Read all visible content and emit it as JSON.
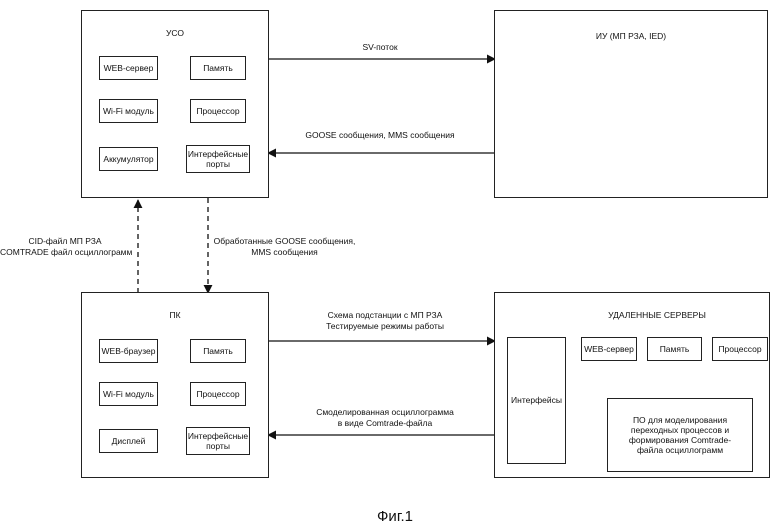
{
  "uso": {
    "title": "УСО",
    "web_server": "WEB-сервер",
    "memory": "Память",
    "wifi": "Wi-Fi модуль",
    "processor": "Процессор",
    "battery": "Аккумулятор",
    "ports": "Интерфейсные порты"
  },
  "iu": {
    "title": "ИУ (МП РЗА, IED)"
  },
  "pk": {
    "title": "ПК",
    "browser": "WEB-браузер",
    "memory": "Память",
    "wifi": "Wi-Fi модуль",
    "processor": "Процессор",
    "display": "Дисплей",
    "ports": "Интерфейсные порты"
  },
  "remote": {
    "title": "УДАЛЕННЫЕ СЕРВЕРЫ",
    "interfaces": "Интерфейсы",
    "web_server": "WEB-сервер",
    "memory": "Память",
    "processor": "Процессор",
    "software": "ПО для моделирования переходных процессов и формирования Comtrade-файла осциллограмм"
  },
  "arrows": {
    "sv_stream": "SV-поток",
    "goose_mms": "GOOSE сообщения, MMS сообщения",
    "cid_line1": "CID-файл МП РЗА",
    "cid_line2": "COMTRADE файл осциллограмм",
    "processed_line1": "Обработанные GOOSE сообщения,",
    "processed_line2": "MMS сообщения",
    "scheme_line1": "Схема подстанции с МП РЗА",
    "scheme_line2": "Тестируемые режимы работы",
    "modeled_line1": "Смоделированная осциллограмма",
    "modeled_line2": "в виде Comtrade-файла"
  },
  "caption": "Фиг.1"
}
